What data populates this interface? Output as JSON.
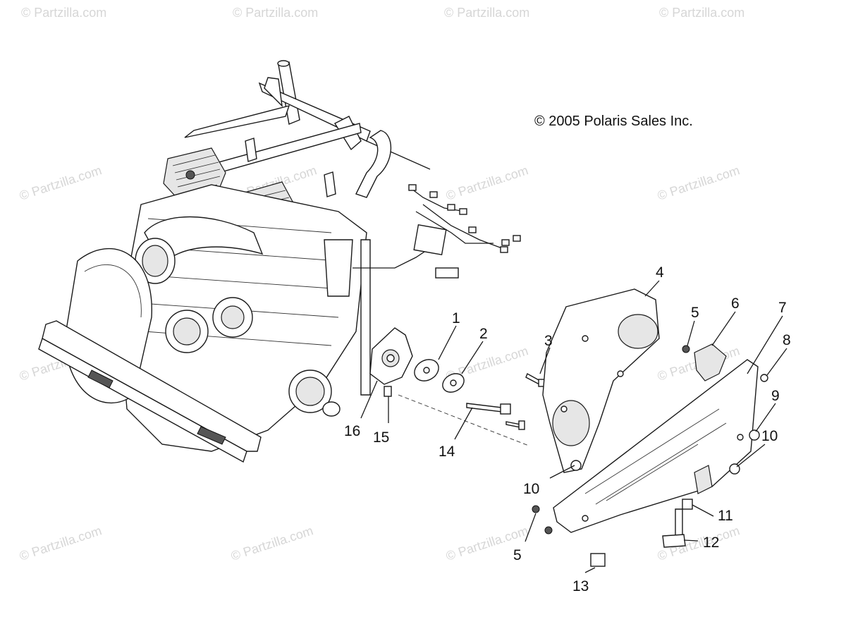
{
  "copyright": "© 2005 Polaris Sales Inc.",
  "watermark": "© Partzilla.com",
  "callouts": [
    "1",
    "2",
    "3",
    "4",
    "5",
    "6",
    "7",
    "8",
    "9",
    "10",
    "10",
    "5",
    "11",
    "12",
    "13",
    "14",
    "15",
    "16"
  ]
}
